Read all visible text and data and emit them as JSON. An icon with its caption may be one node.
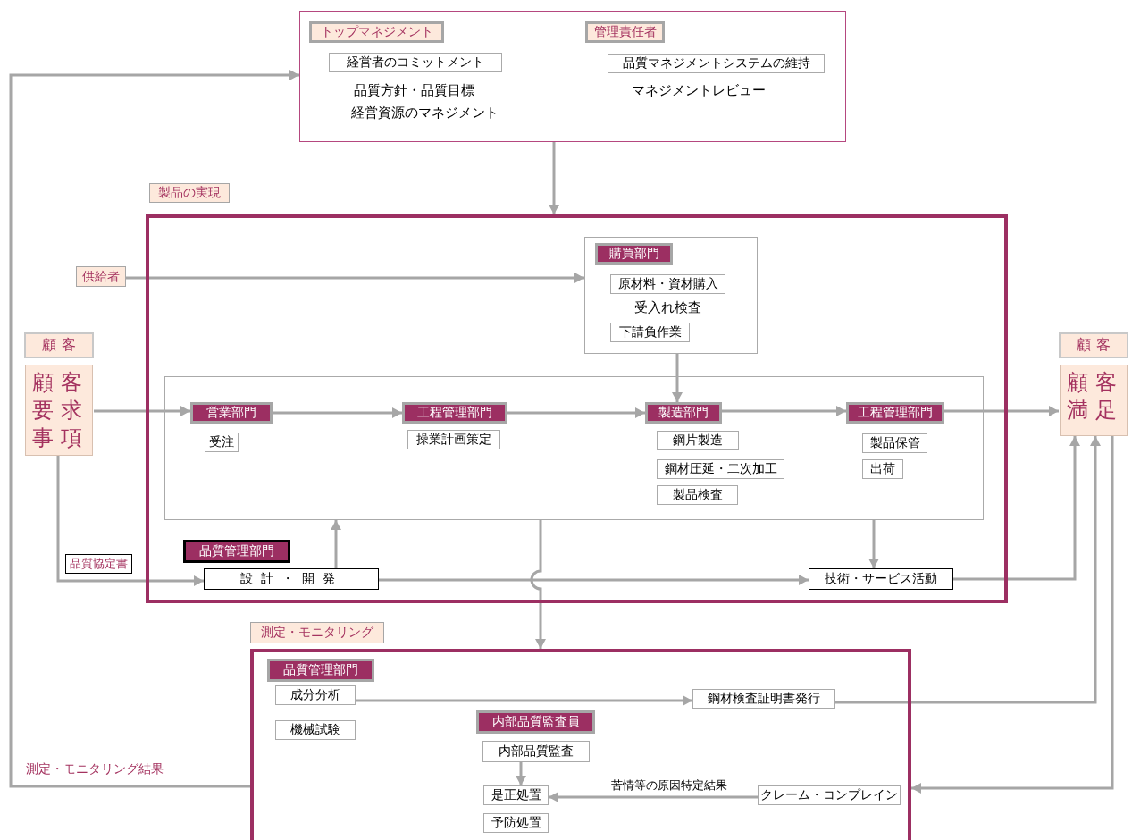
{
  "diagram": {
    "nodes": [
      {
        "text": [],
        "shape": "box"
      },
      {
        "text": [
          "トップマネジメント"
        ],
        "in": 0
      },
      {
        "text": [
          "経営者のコミットメント"
        ],
        "in": 0
      },
      {
        "text": [
          "管理責任者"
        ],
        "in": 0
      },
      {
        "text": [
          "品質マネジメントシステムの維持"
        ],
        "in": 0
      },
      {
        "text": [],
        "shape": "box"
      },
      {
        "text": [
          "供給者"
        ]
      },
      {
        "text": [],
        "shape": "box",
        "in": 5
      },
      {
        "text": [
          "購買部門"
        ],
        "in": 7
      },
      {
        "text": [
          "原材料・資材購入"
        ],
        "in": 7
      },
      {
        "text": [
          "下請負作業"
        ],
        "in": 7
      },
      {
        "text": [
          "顧 客",
          "顧客要求事項"
        ]
      },
      {
        "text": [
          "顧 客",
          "顧客満足"
        ]
      },
      {
        "text": [],
        "shape": "box",
        "in": 5
      },
      {
        "text": [
          "営業部門"
        ],
        "in": 13
      },
      {
        "text": [
          "受注"
        ],
        "in": 13
      },
      {
        "text": [
          "工程管理部門"
        ],
        "in": 13
      },
      {
        "text": [
          "操業計画策定"
        ],
        "in": 13
      },
      {
        "text": [
          "製造部門"
        ],
        "in": 13
      },
      {
        "text": [
          "鋼片製造"
        ],
        "in": 13
      },
      {
        "text": [
          "鋼材圧延・二次加工"
        ],
        "in": 13
      },
      {
        "text": [
          "製品検査"
        ],
        "in": 13
      },
      {
        "text": [
          "工程管理部門"
        ],
        "in": 13
      },
      {
        "text": [
          "製品保管"
        ],
        "in": 13
      },
      {
        "text": [
          "出荷"
        ],
        "in": 13
      },
      {
        "text": [
          "品質管理部門"
        ],
        "in": 5
      },
      {
        "text": [
          "設計・開発"
        ],
        "in": 5
      },
      {
        "text": [
          "技術・サービス活動"
        ],
        "in": 5
      },
      {
        "text": [],
        "shape": "box"
      },
      {
        "text": [
          "品質管理部門"
        ],
        "in": 28
      },
      {
        "text": [
          "成分分析"
        ],
        "in": 28
      },
      {
        "text": [
          "機械試験"
        ],
        "in": 28
      },
      {
        "text": [
          "鋼材検査証明書発行"
        ],
        "in": 28
      },
      {
        "text": [
          "内部品質監査員"
        ],
        "in": 28
      },
      {
        "text": [
          "内部品質監査"
        ],
        "in": 28
      },
      {
        "text": [
          "是正処置"
        ],
        "in": 28
      },
      {
        "text": [
          "予防処置"
        ],
        "in": 28
      },
      {
        "text": [
          "クレーム・コンプレイン"
        ],
        "in": 28
      },
      {
        "text": [
          "製品の実現"
        ]
      },
      {
        "text": [
          "測定・モニタリング"
        ]
      }
    ],
    "edges": [
      {
        "from": 28,
        "to": 0,
        "arrow": "to",
        "label": "測定・モニタリング結果"
      },
      {
        "from": 0,
        "to": 5,
        "arrow": "to"
      },
      {
        "from": 6,
        "to": 7,
        "arrow": "to"
      },
      {
        "from": 7,
        "to": 18,
        "arrow": "to"
      },
      {
        "from": 11,
        "to": 14,
        "arrow": "to"
      },
      {
        "from": 14,
        "to": 16,
        "arrow": "to"
      },
      {
        "from": 16,
        "to": 18,
        "arrow": "to"
      },
      {
        "from": 18,
        "to": 22,
        "arrow": "to"
      },
      {
        "from": 22,
        "to": 12,
        "arrow": "to"
      },
      {
        "from": 11,
        "to": 26,
        "arrow": "to",
        "label": "品質協定書"
      },
      {
        "from": 26,
        "to": 13,
        "arrow": "to"
      },
      {
        "from": 26,
        "to": 27,
        "arrow": "to"
      },
      {
        "from": 13,
        "to": 27,
        "arrow": "to"
      },
      {
        "from": 27,
        "to": 12,
        "arrow": "to"
      },
      {
        "from": 13,
        "to": 28,
        "arrow": "to"
      },
      {
        "from": 30,
        "to": 32,
        "arrow": "to"
      },
      {
        "from": 32,
        "to": 12,
        "arrow": "to"
      },
      {
        "from": 12,
        "to": 28,
        "arrow": "to"
      },
      {
        "from": 34,
        "to": 35,
        "arrow": "to"
      },
      {
        "from": 37,
        "to": 35,
        "arrow": "to",
        "label": "苦情等の原因特定結果"
      }
    ],
    "labels": [
      "品質方針・品質目標",
      "経営資源のマネジメント",
      "マネジメントレビュー",
      "受入れ検査"
    ]
  }
}
